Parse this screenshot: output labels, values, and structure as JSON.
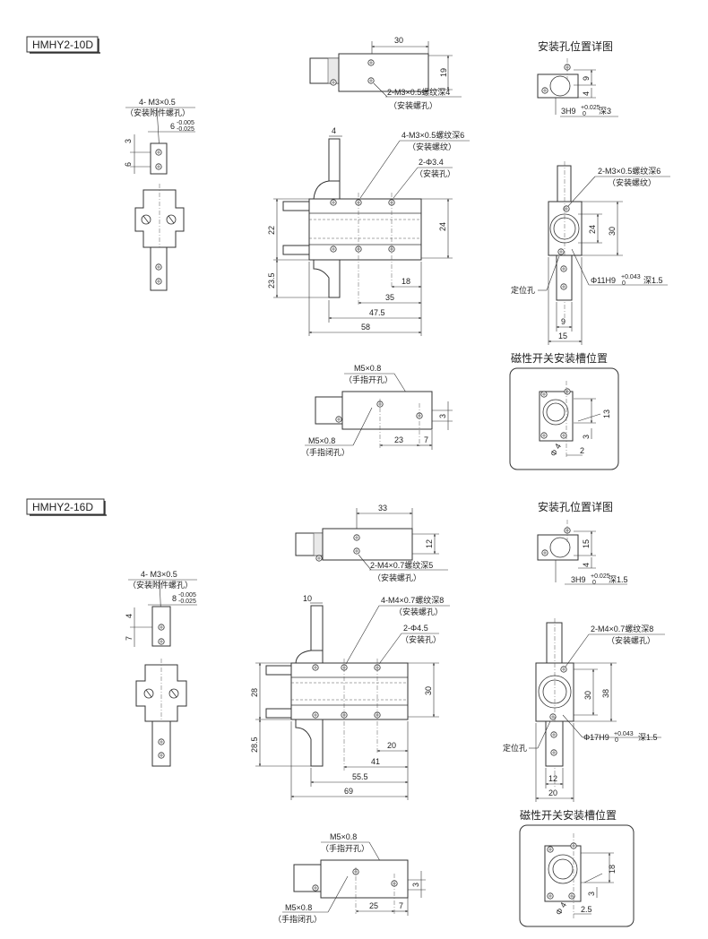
{
  "models": [
    {
      "model_label": "HMHY2-10D",
      "side": {
        "note1": "4- M3×0.5",
        "note2": "（安装附件螺孔）",
        "tol_nominal": "6",
        "tol_upper": "-0.005",
        "tol_lower": "-0.025",
        "dim_a": "3",
        "dim_b": "6"
      },
      "top": {
        "width": "30",
        "height": "19",
        "note1": "2-M3×0.5螺纹深4",
        "note2": "（安装螺孔）"
      },
      "front": {
        "thick": "4",
        "note1": "4-M3×0.5螺纹深6",
        "note2": "（安装螺纹）",
        "note3": "2-Φ3.4",
        "note4": "（安装孔）",
        "h_left": "22",
        "h_right": "24",
        "h_low": "23.5",
        "w1": "18",
        "w2": "35",
        "w3": "47.5",
        "w4": "58"
      },
      "mount_title": "安装孔位置详图",
      "mount_small": {
        "h1": "9",
        "h2": "4",
        "pin_prefix": "3H9",
        "pin_tol": "+0.025",
        "pin_tol0": "0",
        "pin_depth": "深3"
      },
      "mount_big": {
        "note1": "2-M3×0.5螺纹深6",
        "note2": "（安装螺纹）",
        "h_in": "24",
        "h_out": "30",
        "locate": "定位孔",
        "bore_prefix": "Φ11H9",
        "bore_tol": "+0.043",
        "bore_tol0": "0",
        "bore_depth": "深1.5",
        "w_in": "9",
        "w_out": "15"
      },
      "finger": {
        "open_note1": "M5×0.8",
        "open_note2": "（手指开孔）",
        "close_note1": "M5×0.8",
        "close_note2": "（手指闭孔）",
        "w1": "23",
        "w2": "7",
        "h": "3"
      },
      "switch_title": "磁性开关安装槽位置",
      "switch": {
        "h1": "13",
        "h2": "3",
        "dia": "Φ 4",
        "w": "2"
      }
    },
    {
      "model_label": "HMHY2-16D",
      "side": {
        "note1": "4- M3×0.5",
        "note2": "（安装附件螺孔）",
        "tol_nominal": "8",
        "tol_upper": "-0.005",
        "tol_lower": "-0.025",
        "dim_a": "4",
        "dim_b": "7"
      },
      "top": {
        "width": "33",
        "height": "12",
        "note1": "2-M4×0.7螺纹深5",
        "note2": "（安装螺孔）"
      },
      "front": {
        "thick": "10",
        "note1": "4-M4×0.7螺纹深8",
        "note2": "（安装螺孔）",
        "note3": "2-Φ4.5",
        "note4": "（安装孔）",
        "h_left": "28",
        "h_right": "30",
        "h_low": "28.5",
        "w1": "20",
        "w2": "41",
        "w3": "55.5",
        "w4": "69"
      },
      "mount_title": "安装孔位置详图",
      "mount_small": {
        "h1": "15",
        "h2": "4",
        "pin_prefix": "3H9",
        "pin_tol": "+0.025",
        "pin_tol0": "0",
        "pin_depth": "深1.5"
      },
      "mount_big": {
        "note1": "2-M4×0.7螺纹深8",
        "note2": "（安装螺孔）",
        "h_in": "30",
        "h_out": "38",
        "locate": "定位孔",
        "bore_prefix": "Φ17H9",
        "bore_tol": "+0.043",
        "bore_tol0": "0",
        "bore_depth": "深1.5",
        "w_in": "12",
        "w_out": "20"
      },
      "finger": {
        "open_note1": "M5×0.8",
        "open_note2": "（手指开孔）",
        "close_note1": "M5×0.8",
        "close_note2": "（手指闭孔）",
        "w1": "25",
        "w2": "7",
        "h": "3"
      },
      "switch_title": "磁性开关安装槽位置",
      "switch": {
        "h1": "18",
        "h2": "3",
        "dia": "Φ 4",
        "w": "2.5"
      }
    }
  ]
}
